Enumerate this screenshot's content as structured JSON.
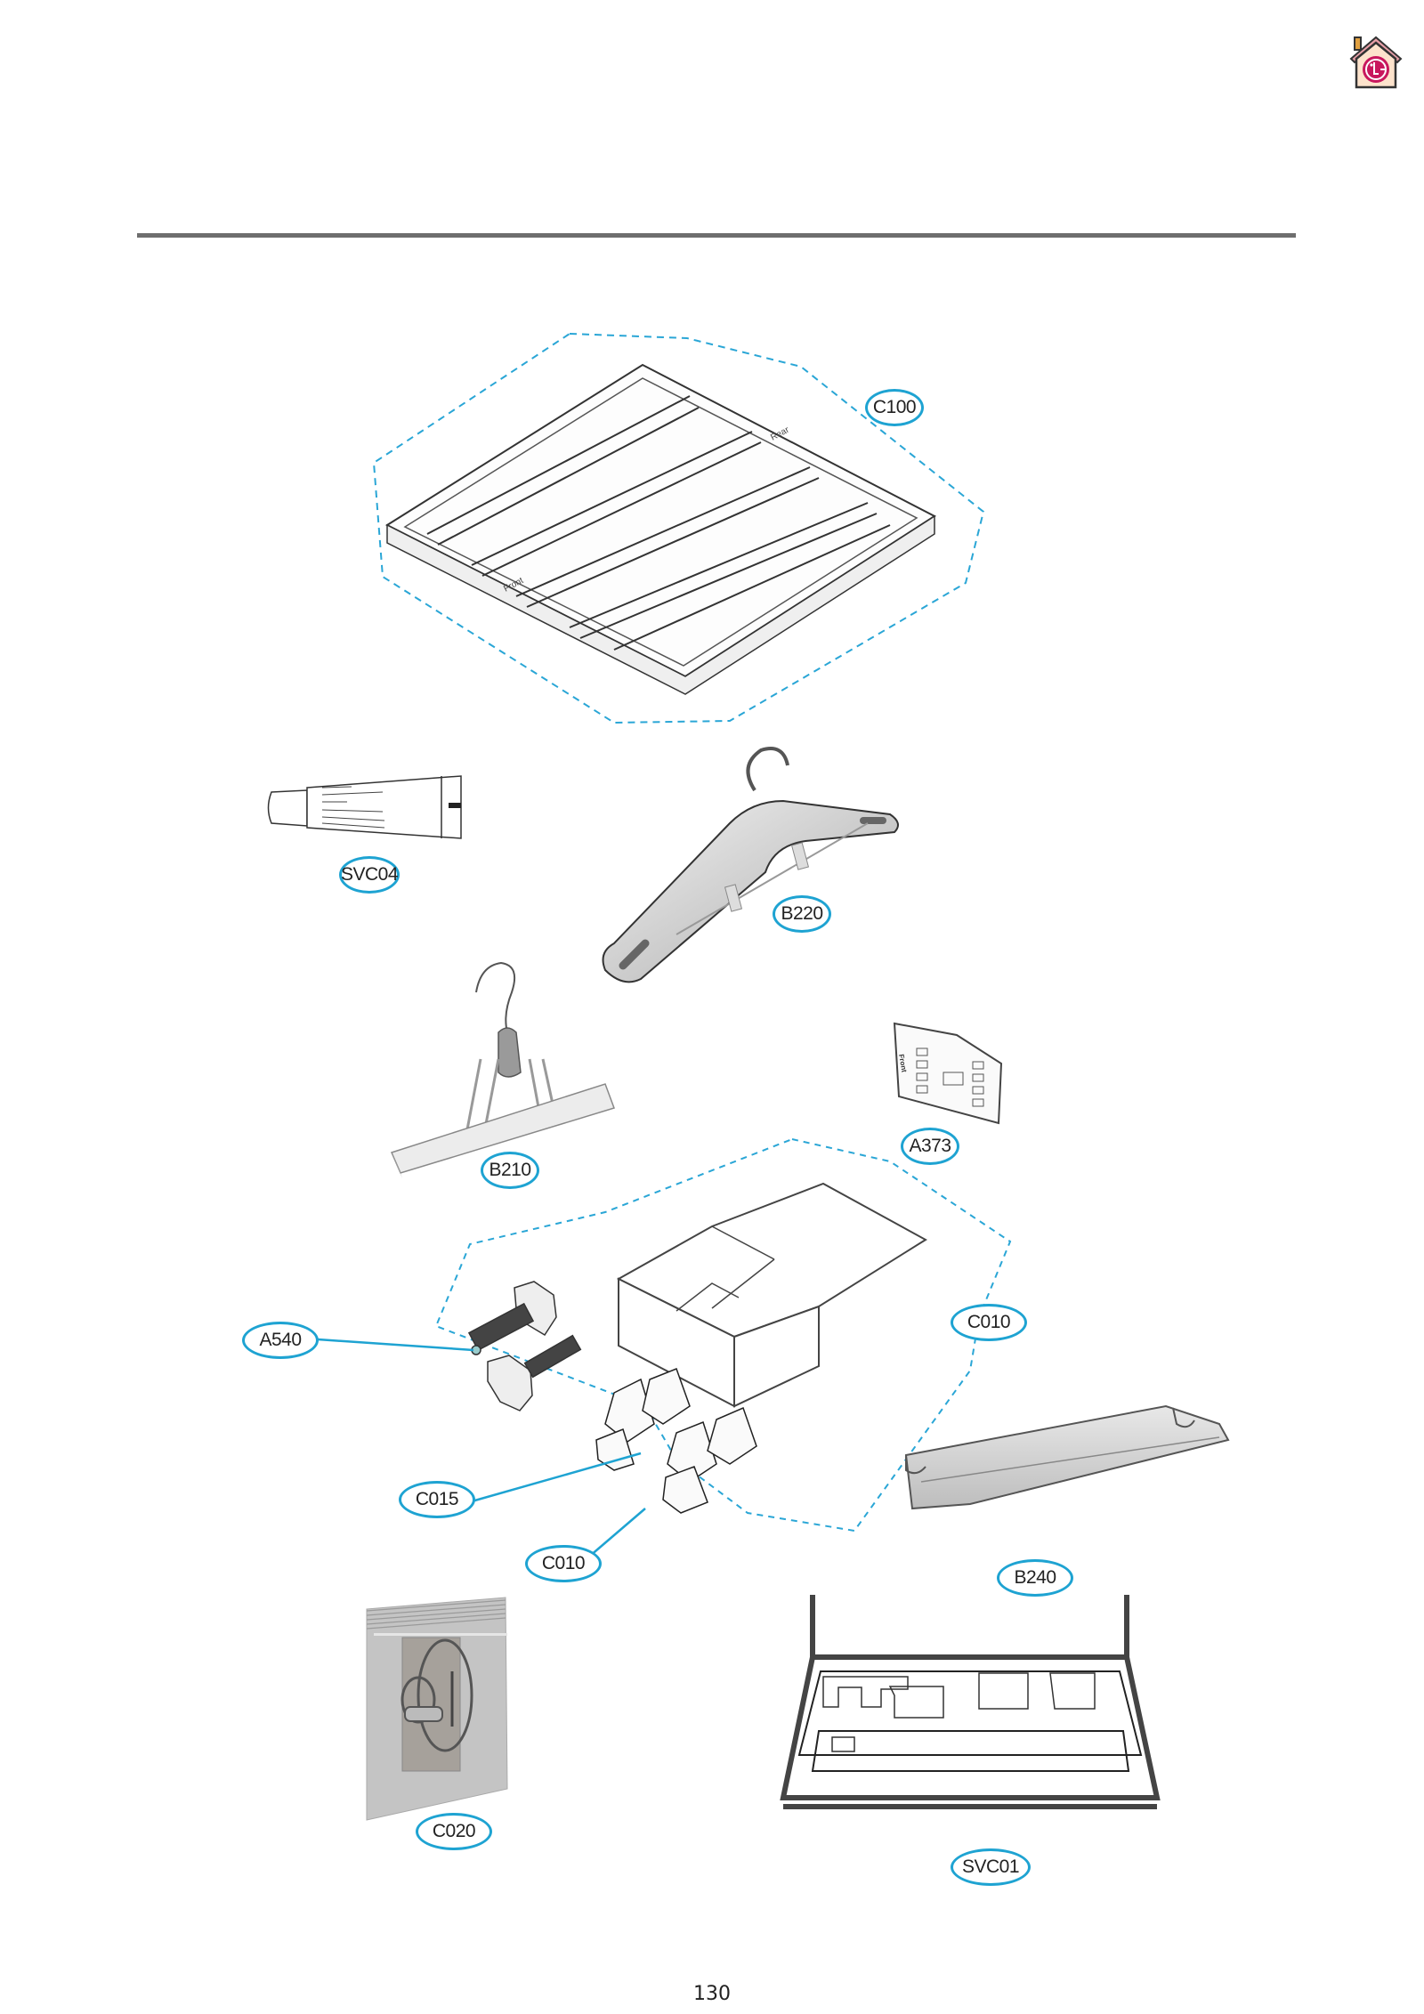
{
  "header": {
    "home_icon": "lg-home-icon",
    "brand": "LG"
  },
  "diagram": {
    "type": "exploded-parts-view",
    "parts": [
      {
        "code": "C100",
        "description": "drying rack tray"
      },
      {
        "code": "SVC04",
        "description": "tube"
      },
      {
        "code": "B220",
        "description": "clothes hanger"
      },
      {
        "code": "B210",
        "description": "trouser hanger"
      },
      {
        "code": "A373",
        "description": "filter card"
      },
      {
        "code": "A540",
        "description": "leveling feet"
      },
      {
        "code": "C010",
        "description": "accessory box"
      },
      {
        "code": "C015",
        "description": "clips"
      },
      {
        "code": "C010_2",
        "description": "accessory box"
      },
      {
        "code": "B240",
        "description": "shelf tray"
      },
      {
        "code": "C020",
        "description": "bagged cord and screws"
      },
      {
        "code": "SVC01",
        "description": "packing insert"
      }
    ],
    "labels": {
      "c100": "C100",
      "svc04": "SVC04",
      "b220": "B220",
      "b210": "B210",
      "a373": "A373",
      "a540": "A540",
      "c010_right": "C010",
      "c015": "C015",
      "c010_bottom": "C010",
      "b240": "B240",
      "c020": "C020",
      "svc01": "SVC01"
    },
    "colors": {
      "callout_border": "#1ea3d2",
      "dashed_group": "#2aa6d6",
      "rule": "#6e6e6e"
    }
  },
  "footer": {
    "page_number": "130"
  }
}
